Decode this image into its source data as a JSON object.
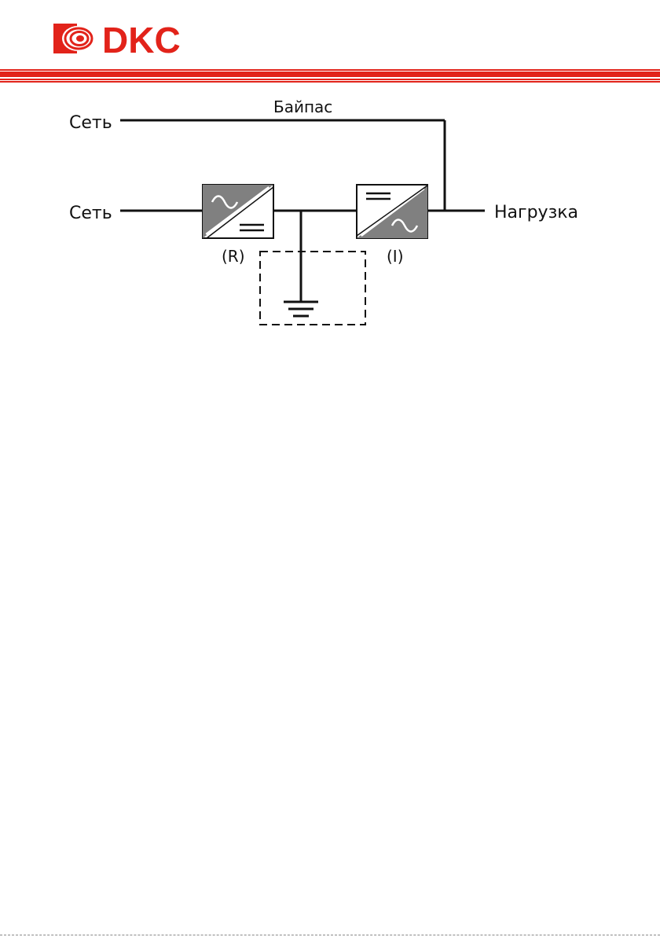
{
  "brand": {
    "name": "DKC",
    "color": "#e2231a"
  },
  "diagram": {
    "bypass_label": "Байпас",
    "source_top_label": "Сеть",
    "source_main_label": "Сеть",
    "load_label": "Нагрузка",
    "rectifier_label": "(R)",
    "inverter_label": "(I)",
    "block_fill": "#808080",
    "line_color": "#111111"
  }
}
